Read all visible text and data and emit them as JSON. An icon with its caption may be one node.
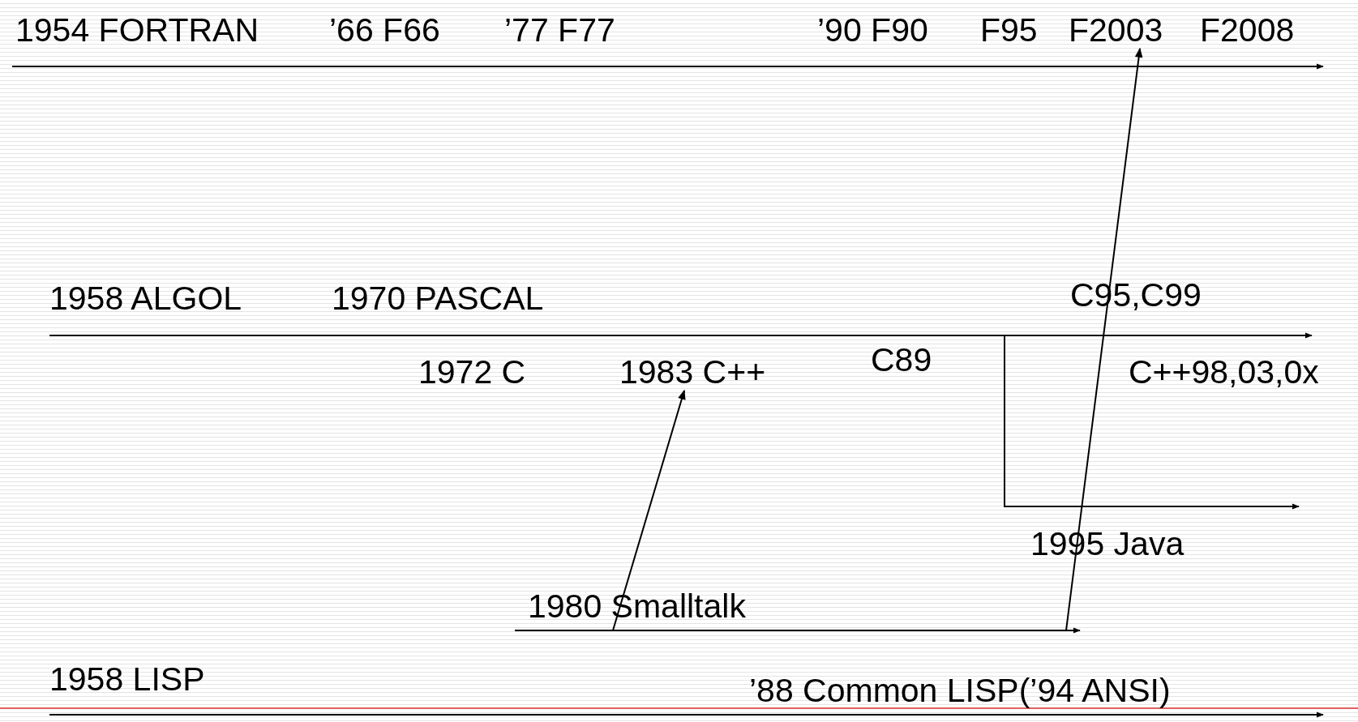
{
  "diagram": {
    "nodes": [
      {
        "text": [
          "1954 FORTRAN"
        ]
      },
      {
        "text": [
          "F2003"
        ]
      },
      {
        "text": [
          "1958 ALGOL"
        ]
      },
      {
        "text": [
          "1983 C++"
        ]
      },
      {
        "text": [
          "C89"
        ]
      },
      {
        "text": [
          "1980 Smalltalk"
        ]
      },
      {
        "text": [
          "1958 LISP"
        ]
      }
    ],
    "edges": [
      {
        "from": 0,
        "to": null,
        "arrow": "to"
      },
      {
        "from": 2,
        "to": null,
        "arrow": "to"
      },
      {
        "from": 4,
        "to": null,
        "arrow": "to"
      },
      {
        "from": 5,
        "to": null,
        "arrow": "to"
      },
      {
        "from": 6,
        "to": null,
        "arrow": "to"
      },
      {
        "from": 5,
        "to": 3,
        "arrow": "to"
      },
      {
        "from": 5,
        "to": 1,
        "arrow": "to"
      }
    ],
    "labels": [
      "’66 F66",
      "’77 F77",
      "’90 F90",
      "F95",
      "F2008",
      "1970 PASCAL",
      "C95,C99",
      "1972 C",
      "C++98,03,0x",
      "1995 Java",
      "’88 Common LISP(’94 ANSI)"
    ]
  }
}
